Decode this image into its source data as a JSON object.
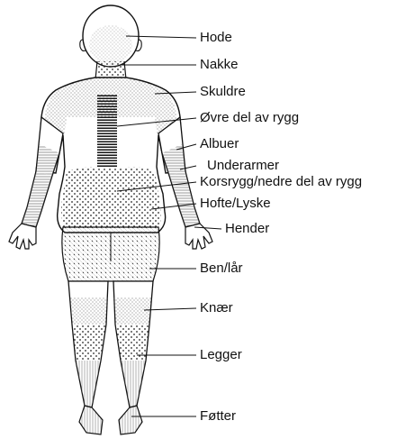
{
  "labels": {
    "head": "Hode",
    "neck": "Nakke",
    "shoulders": "Skuldre",
    "upper_back": "Øvre del av rygg",
    "elbows": "Albuer",
    "forearms": "Underarmer",
    "lower_back": "Korsrygg/nedre del av rygg",
    "hip": "Hofte/Lyske",
    "hands": "Hender",
    "thigh": "Ben/lår",
    "knees": "Knær",
    "calves": "Legger",
    "feet": "Føtter"
  }
}
